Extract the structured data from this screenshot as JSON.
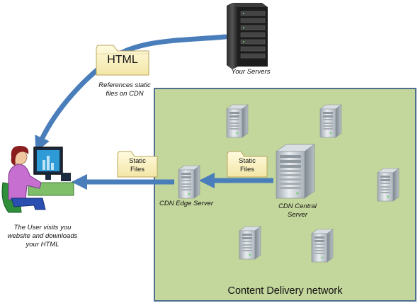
{
  "labels": {
    "your_servers": "Your Servers",
    "html_folder": "HTML",
    "references_line1": "References static",
    "references_line2": "files on CDN",
    "static_files_1_line1": "Static",
    "static_files_1_line2": "Files",
    "static_files_2_line1": "Static",
    "static_files_2_line2": "Files",
    "cdn_edge_server": "CDN Edge Server",
    "cdn_central_line1": "CDN Central",
    "cdn_central_line2": "Server",
    "user_line1": "The User visits you",
    "user_line2": "website and downloads",
    "user_line3": "your HTML",
    "cdn_network": "Content Delivery network"
  },
  "colors": {
    "network_fill": "#c3d69b",
    "network_border": "#4f6f8f",
    "arrow": "#4a7ebb",
    "folder_fill": "#fbf3c2",
    "folder_stroke": "#b9a65c"
  },
  "icons": [
    "rack-server-icon",
    "tower-server-icon",
    "folder-icon",
    "user-at-computer-icon"
  ]
}
